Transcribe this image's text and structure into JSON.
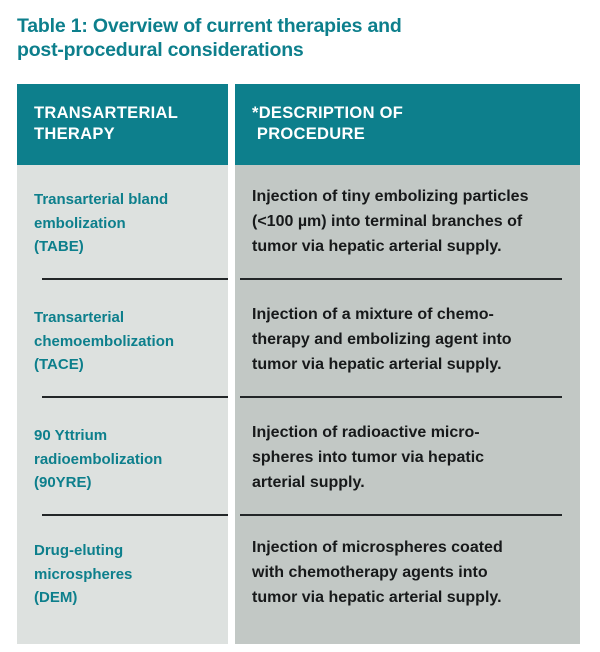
{
  "title": {
    "line1": "Table 1: Overview of current therapies and",
    "line2": "post-procedural considerations"
  },
  "colors": {
    "accent_teal": "#0d7f8c",
    "column_left_bg": "#dde1df",
    "column_right_bg": "#c2c8c5",
    "header_text": "#ffffff",
    "body_text": "#17191a",
    "divider": "#222628"
  },
  "table": {
    "headers": {
      "therapy": {
        "line1": "TRANSARTERIAL",
        "line2": "THERAPY"
      },
      "description": {
        "line1": "*DESCRIPTION OF",
        "line2": " PROCEDURE"
      }
    },
    "rows": [
      {
        "therapy": {
          "line1": "Transarterial bland",
          "line2": "embolization",
          "line3": "(TABE)"
        },
        "description": {
          "line1": "Injection of tiny embolizing particles",
          "line2": "(<100 µm) into terminal branches of",
          "line3": "tumor via hepatic arterial supply."
        }
      },
      {
        "therapy": {
          "line1": "Transarterial",
          "line2": "chemoembolization",
          "line3": "(TACE)"
        },
        "description": {
          "line1": "Injection of a mixture of chemo-",
          "line2": "therapy and embolizing agent into",
          "line3": "tumor via hepatic arterial supply."
        }
      },
      {
        "therapy": {
          "line1": "90 Yttrium",
          "line2": "radioembolization",
          "line3": "(90YRE)"
        },
        "description": {
          "line1": "Injection of radioactive micro-",
          "line2": "spheres into tumor via hepatic",
          "line3": "arterial supply."
        }
      },
      {
        "therapy": {
          "line1": "Drug-eluting",
          "line2": "microspheres",
          "line3": "(DEM)"
        },
        "description": {
          "line1": "Injection of microspheres coated",
          "line2": "with chemotherapy agents into",
          "line3": "tumor via hepatic arterial supply."
        }
      }
    ]
  }
}
